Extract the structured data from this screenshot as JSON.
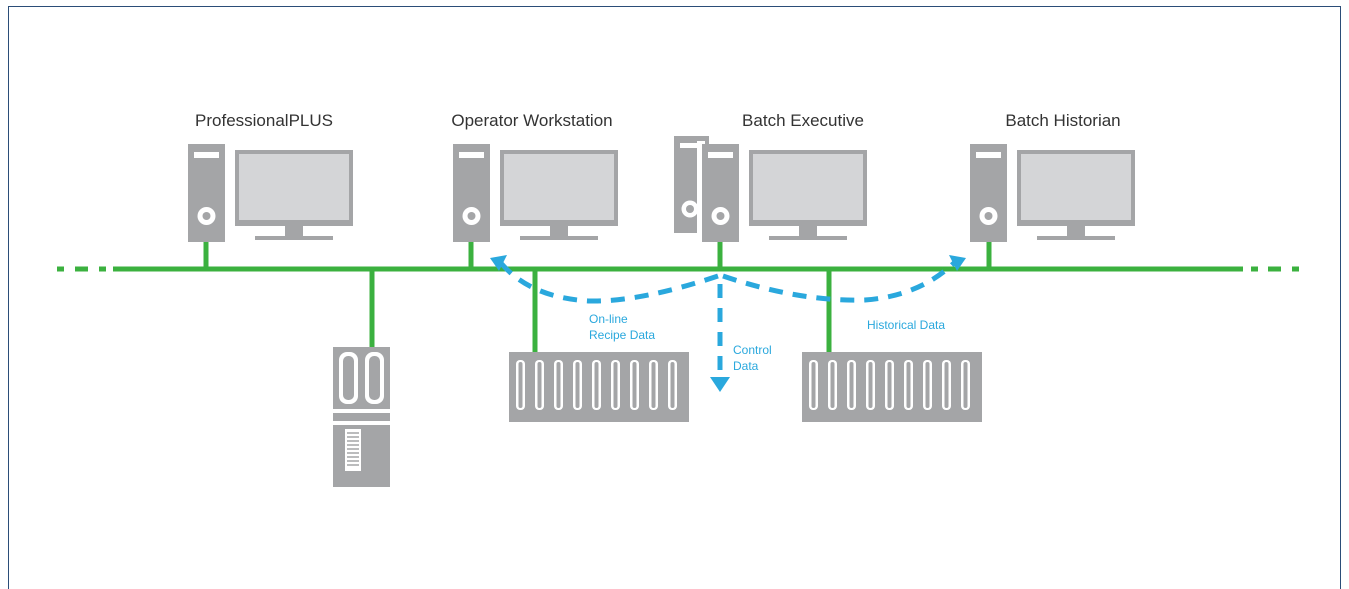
{
  "colors": {
    "network": "#3bb13f",
    "equipment": "#a4a5a7",
    "equipment_dark": "#7f8083",
    "flow": "#2aa8dd",
    "frame": "#2b4d78",
    "label": "#333333"
  },
  "stations": [
    {
      "id": "professionalplus",
      "label": "ProfessionalPLUS"
    },
    {
      "id": "operator-workstation",
      "label": "Operator Workstation"
    },
    {
      "id": "batch-executive",
      "label": "Batch Executive"
    },
    {
      "id": "batch-historian",
      "label": "Batch Historian"
    }
  ],
  "flows": {
    "recipe": {
      "line1": "On-line",
      "line2": "Recipe Data"
    },
    "control": {
      "line1": "Control",
      "line2": "Data"
    },
    "historical": {
      "line1": "Historical Data"
    }
  },
  "icons": {
    "workstation": "computer-icon",
    "controller": "controller-rack-icon",
    "io_cabinet": "io-cabinet-icon"
  }
}
